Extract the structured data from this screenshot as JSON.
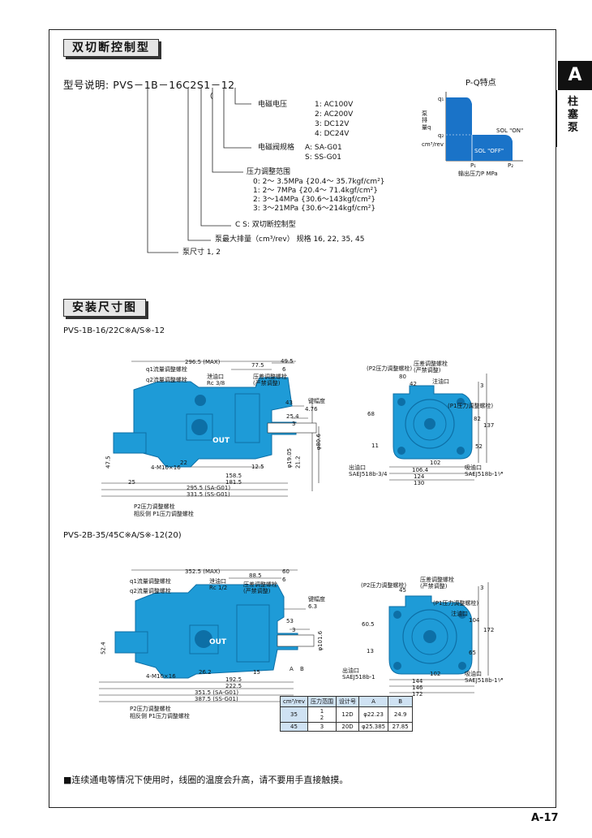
{
  "side_tab": {
    "letter": "A",
    "label": "柱塞泵"
  },
  "section1": {
    "title": "双切断控制型"
  },
  "model": {
    "label": "型号说明:",
    "code": "PVS－1B－16C2S1－12",
    "solenoid_voltage": {
      "title": "电磁电压",
      "items": [
        "1:  AC100V",
        "2:  AC200V",
        "3:  DC12V",
        "4:  DC24V"
      ]
    },
    "valve_spec": {
      "title": "电磁阀规格",
      "items": [
        "A:  SA-G01",
        "S:  SS-G01"
      ]
    },
    "pressure_range": {
      "title": "压力调整范围",
      "items": [
        "0:  2～ 3.5MPa {20.4～ 35.7kgf/cm²}",
        "1:  2～ 7MPa  {20.4～ 71.4kgf/cm²}",
        "2:  3～14MPa  {30.6～143kgf/cm²}",
        "3:  3～21MPa  {30.6～214kgf/cm²}"
      ]
    },
    "control": "C S: 双切断控制型",
    "displacement": "泵最大排量（cm³/rev）  规格 16, 22, 35, 45",
    "size": "泵尺寸   1, 2"
  },
  "pq": {
    "title": "P-Q特点",
    "ylabel": "泵排量q",
    "yunit": "cm³/rev",
    "xlabel": "输出压力P MPa",
    "q1": "q₁",
    "q2": "q₂",
    "p1": "P₁",
    "p2": "P₂",
    "sol_on": "SOL \"ON\"",
    "sol_off": "SOL\n\"OFF\"",
    "fill_color": "#1a73c8"
  },
  "section2": {
    "title": "安装尺寸图"
  },
  "pvs1": {
    "label": "PVS-1B-16/22C※A/S※-12",
    "dims": {
      "d1": "296.5 (MAX)",
      "d2": "77.5",
      "d3": "49.5",
      "d4": "6",
      "q1": "q1流量调整螺栓",
      "q2": "q2流量调整螺栓",
      "drain": "泄油口\nRc 3/8",
      "press_bolt": "压差调整螺栓\n(严禁调整)",
      "key": "键幅度",
      "k1": "43",
      "k2": "4.76",
      "k3": "25.4",
      "k4": "3",
      "out": "OUT",
      "m": "4-M10×16",
      "h1": "47.5",
      "d22": "22",
      "d125": "12.5",
      "d1585": "158.5",
      "d1815": "181.5",
      "d25": "25",
      "d2955": "295.5 (SA-G01)",
      "d3315": "331.5 (SS-G01)",
      "p2": "P2压力调整螺栓",
      "p1": "相反侧  P1压力调整螺栓",
      "f1": "φ19.05",
      "f2": "21.2",
      "f3": "φ80.6"
    },
    "side": {
      "p2": "(P2压力调整螺栓)",
      "press": "压差调整螺栓\n(严禁调整)",
      "inlet_oil": "注油口",
      "p1": "(P1压力调整螺栓)",
      "d80": "80",
      "d42": "42",
      "d3": "3",
      "v68": "68",
      "v11": "11",
      "v82": "82",
      "v137": "137",
      "v52": "52",
      "h102": "102",
      "h1064": "106.4",
      "h124": "124",
      "h130": "130",
      "outlet": "出油口\nSAEJ518b-3/4",
      "suction": "吸油口\nSAEJ518b-1¹⁄⁴"
    }
  },
  "pvs2": {
    "label": "PVS-2B-35/45C※A/S※-12(20)",
    "dims": {
      "d1": "352.5 (MAX)",
      "d2": "88.5",
      "d3": "60",
      "d4": "6",
      "q1": "q1流量调整螺栓",
      "q2": "q2流量调整螺栓",
      "drain": "泄油口\nRc 1/2",
      "press_bolt": "压差调整螺栓\n(严禁调整)",
      "key": "键幅度",
      "k1": "6.3",
      "k2": "53",
      "k3": "3",
      "out": "OUT",
      "m": "4-M10×16",
      "h1": "52.4",
      "d262": "26.2",
      "d15": "15",
      "d1925": "192.5",
      "d2225": "222.5",
      "d3515": "351.5 (SA-G01)",
      "d3875": "387.5 (SS-G01)",
      "p2": "P2压力调整螺栓",
      "p1": "相反侧  P1压力调整螺栓",
      "f3": "φ101.6",
      "a": "A",
      "b": "B"
    },
    "side": {
      "p2": "(P2压力调整螺栓)",
      "press": "压差调整螺栓\n(严禁调整)",
      "inlet_oil": "注油口",
      "p1": "(P1压力调整螺栓)",
      "d45": "45",
      "d3": "3",
      "v605": "60.5",
      "v13": "13",
      "v104": "104",
      "v172": "172",
      "v65": "65",
      "h102": "102",
      "h144": "144",
      "h146": "146",
      "h172": "172",
      "outlet": "出油口\nSAEJ518b-1",
      "suction": "吸油口\nSAEJ518b-1¹⁄⁴"
    },
    "table": {
      "headers": [
        "cm³/rev",
        "压力范围",
        "设计号",
        "A",
        "B"
      ],
      "rows": [
        [
          "35",
          "1\n2",
          "12D",
          "φ22.23",
          "24.9"
        ],
        [
          "45",
          "3",
          "20D",
          "φ25.385",
          "27.85"
        ]
      ]
    }
  },
  "footer": "■连续通电等情况下使用时，线圈的温度会升高，请不要用手直接触摸。",
  "page": "A-17",
  "colors": {
    "pump": "#1e9bd7",
    "pump_dark": "#0d6fa6",
    "accent": "#1a73c8"
  }
}
